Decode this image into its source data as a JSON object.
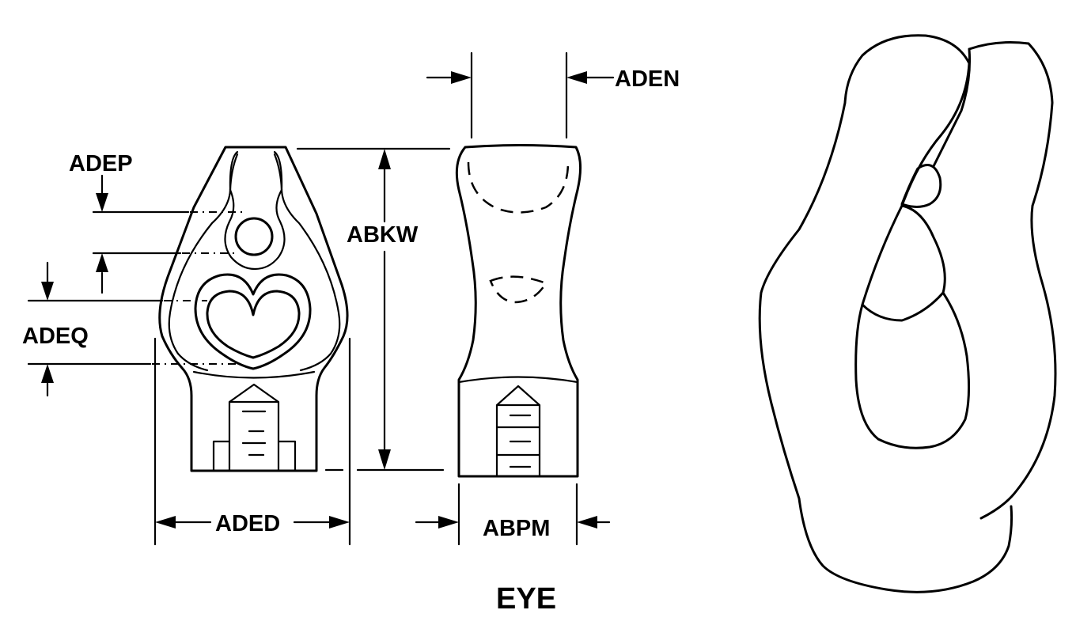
{
  "title": "EYE",
  "labels": {
    "aden": "ADEN",
    "adep": "ADEP",
    "abkw": "ABKW",
    "adeq": "ADEQ",
    "aded": "ADED",
    "abpm": "ABPM"
  }
}
